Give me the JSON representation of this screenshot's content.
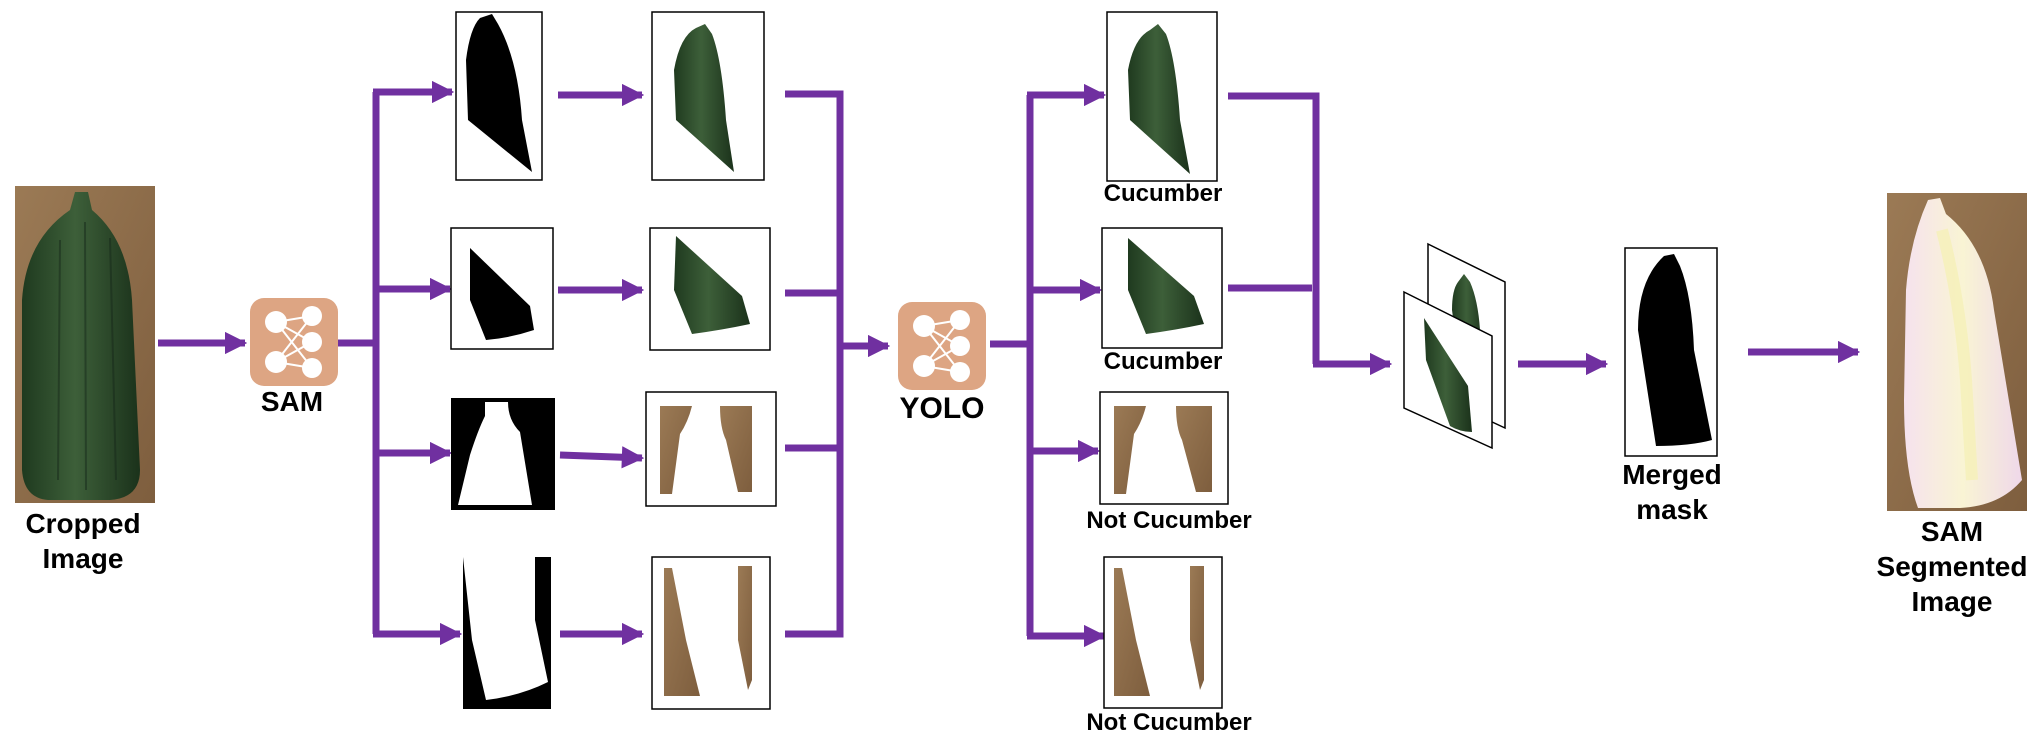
{
  "labels": {
    "cropped_line1": "Cropped",
    "cropped_line2": "Image",
    "sam": "SAM",
    "yolo": "YOLO",
    "cucumber_1": "Cucumber",
    "cucumber_2": "Cucumber",
    "not_cucumber_1": "Not Cucumber",
    "not_cucumber_2": "Not Cucumber",
    "merged_line1": "Merged",
    "merged_line2": "mask",
    "sam_seg_line1": "SAM",
    "sam_seg_line2": "Segmented",
    "sam_seg_line3": "Image"
  },
  "icons": {
    "sam_model": "neural-network-icon",
    "yolo_model": "neural-network-icon"
  },
  "colors": {
    "arrow": "#7030A0",
    "model_badge": "#DDA583",
    "cucumber": "#2E4A2A",
    "background_wood": "#8B6B48",
    "segmented_overlay": "#F3DDEB"
  }
}
